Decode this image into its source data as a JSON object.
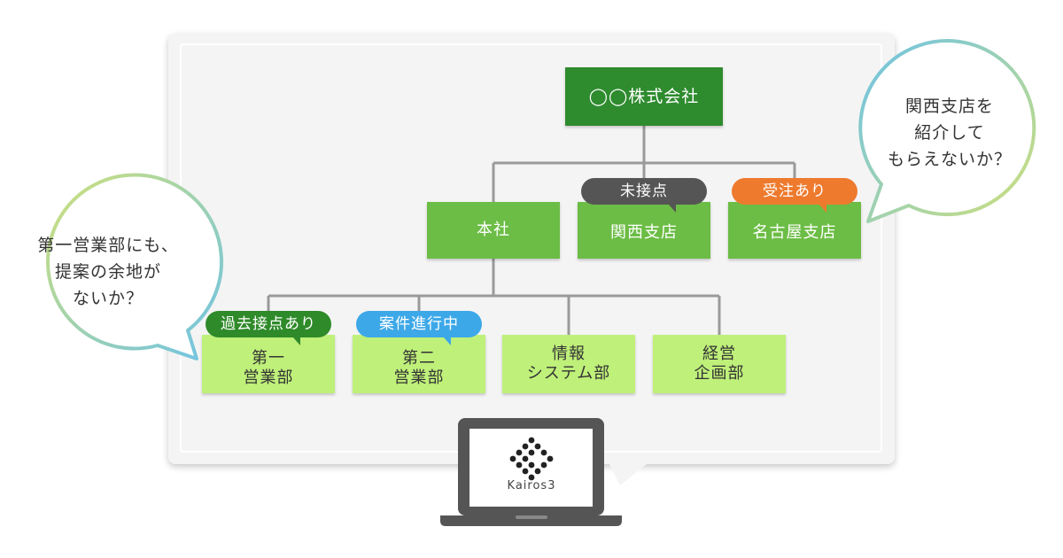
{
  "org": {
    "top": "◯◯株式会社",
    "mid": [
      "本社",
      "関西支店",
      "名古屋支店"
    ],
    "low": [
      "第一\n営業部",
      "第二\n営業部",
      "情報\nシステム部",
      "経営\n企画部"
    ]
  },
  "tags": {
    "kansai": "未接点",
    "nagoya": "受注あり",
    "dai1": "過去接点あり",
    "dai2": "案件進行中"
  },
  "bubbles": {
    "left": "第一営業部にも、\n提案の余地が\nないか？",
    "right": "関西支店を\n紹介して\nもらえないか？"
  },
  "laptop": {
    "label": "Kairos3"
  },
  "colors": {
    "top_node": "#2e8b2e",
    "mid_node": "#6cbd45",
    "low_node": "#bff07a",
    "tag_gray": "#555555",
    "tag_orange": "#ee7a2e",
    "tag_green": "#2f8a2a",
    "tag_blue": "#3da8e8"
  }
}
